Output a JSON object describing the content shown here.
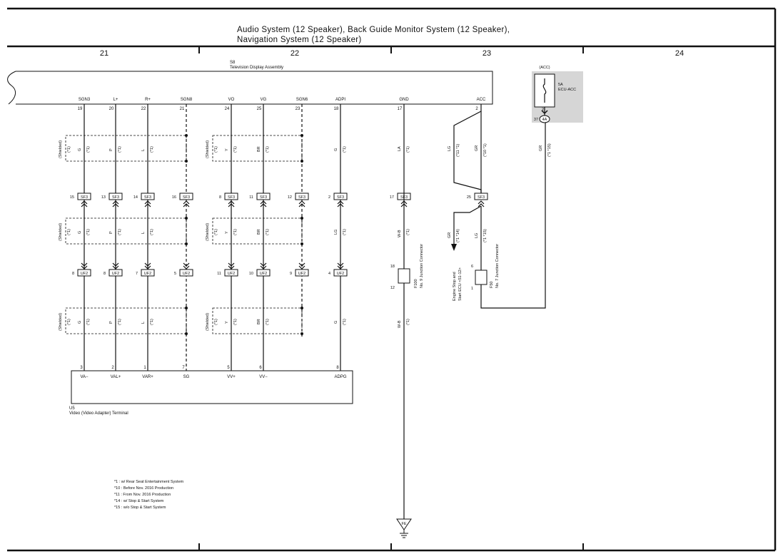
{
  "title": {
    "line1": "Audio System (12 Speaker),  Back Guide Monitor System (12 Speaker),",
    "line2": "Navigation System (12 Speaker)"
  },
  "columns": [
    "21",
    "22",
    "23",
    "24"
  ],
  "television": {
    "ref": "S8",
    "name": "Television Display Assembly",
    "pins": [
      {
        "label": "SGN3",
        "pin": "19"
      },
      {
        "label": "L+",
        "pin": "20"
      },
      {
        "label": "R+",
        "pin": "22"
      },
      {
        "label": "SGN8",
        "pin": "21"
      },
      {
        "label": "VO",
        "pin": "24"
      },
      {
        "label": "VG",
        "pin": "25"
      },
      {
        "label": "SGN6",
        "pin": "23"
      },
      {
        "label": "ADPI",
        "pin": "18"
      },
      {
        "label": "GND",
        "pin": "17"
      },
      {
        "label": "ACC",
        "pin": "2"
      }
    ]
  },
  "fuse": {
    "supply": "(ACC)",
    "rating": "5A",
    "name": "ECU-ACC",
    "pin": "2",
    "conn": "37",
    "conn_code": "4A"
  },
  "shield_label": "(Shielded)",
  "shield_note": "(*1)",
  "wire_colors": {
    "row1": [
      "G",
      "P",
      "L",
      "Y",
      "BR",
      "G"
    ],
    "row2": [
      "G",
      "P",
      "L",
      "Y",
      "BR",
      "LG"
    ],
    "row3": [
      "G",
      "P",
      "L",
      "Y",
      "BR",
      "G"
    ],
    "notes1": [
      "(*1)",
      "(*1)",
      "(*1)",
      "(*1)",
      "(*1)",
      "(*1)"
    ]
  },
  "gnd_wires": {
    "w1": "LA",
    "n1": "(*1)",
    "w2": "W-B",
    "n2": "(*1)",
    "w3": "W-B",
    "n3": "(*1)"
  },
  "acc_wires": {
    "lg": "LG",
    "lg_note": "(*11 *1)",
    "gr": "GR",
    "gr_note": "(*10 *1)",
    "gr2": "GR",
    "gr2_note": "(*1 *15)",
    "lg2": "LG",
    "lg2_note": "(*1 *15)",
    "gr3": "GR",
    "gr3_note": "(*1 *14)"
  },
  "sf3": {
    "code": "SF3",
    "pins": [
      "15",
      "13",
      "14",
      "16",
      "8",
      "11",
      "12",
      "2",
      "17",
      "25"
    ]
  },
  "uf2": {
    "code": "UF2",
    "pins": [
      "8",
      "8",
      "7",
      "5",
      "11",
      "10",
      "9",
      "4"
    ]
  },
  "junction_f100": {
    "ref": "F100",
    "name": "No. 9 Junction Connector",
    "pin_top": "18",
    "pin_bot": "12"
  },
  "junction_f50": {
    "ref": "F50",
    "name": "No. 7 Junction Connector",
    "pin_top": "6",
    "pin_bot": "1"
  },
  "engine_stop": {
    "line1": "Engine Stop and",
    "line2": "Start ECU <51-12>"
  },
  "video": {
    "ref": "U5",
    "name": "Video (Video Adapter) Terminal",
    "pins": [
      {
        "label": "VA−",
        "pin": "3"
      },
      {
        "label": "VAL+",
        "pin": "2"
      },
      {
        "label": "VAR+",
        "pin": "1"
      },
      {
        "label": "SG",
        "pin": "7"
      },
      {
        "label": "VV+",
        "pin": "5"
      },
      {
        "label": "VV−",
        "pin": "6"
      },
      {
        "label": "ADPG",
        "pin": "8"
      }
    ]
  },
  "ground": {
    "code": "FE"
  },
  "notes": [
    "*1 : w/ Rear Seat Entertainment System",
    "*10 : Before Nov.  2016 Production",
    "*11 : From Nov.  2016 Production",
    "*14 : w/ Stop & Start System",
    "*15 : w/o Stop & Start System"
  ]
}
